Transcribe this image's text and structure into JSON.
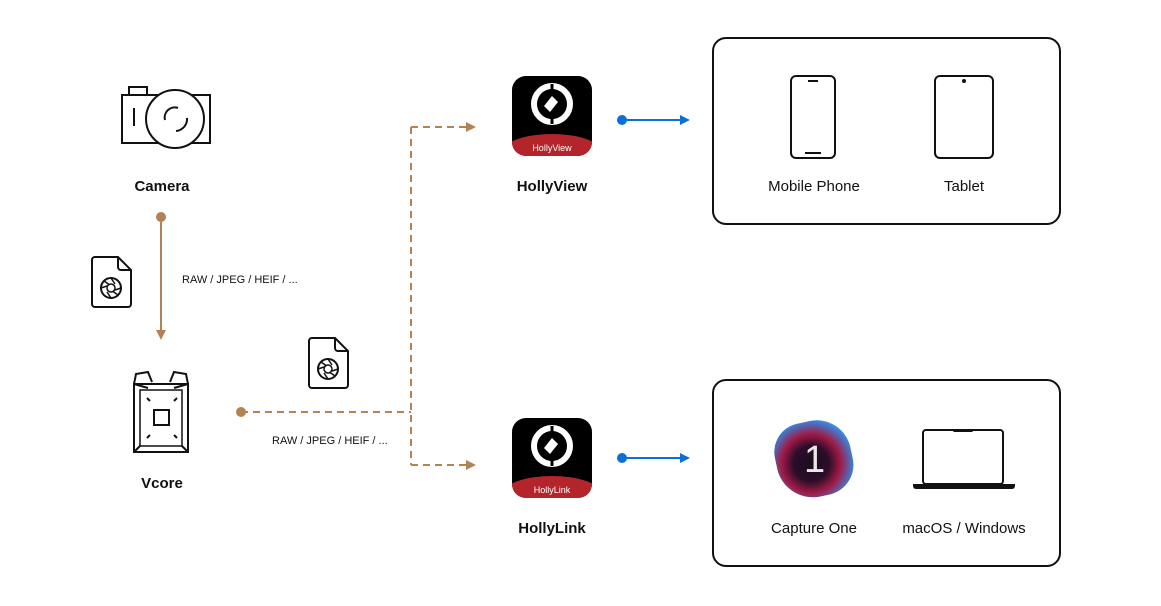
{
  "colors": {
    "flow_brown": "#b38355",
    "flow_blue": "#0a6fd6",
    "app_red": "#b3252a",
    "outline": "#111111"
  },
  "source": {
    "camera": {
      "label": "Camera",
      "icon": "camera-icon"
    },
    "vcore": {
      "label": "Vcore",
      "icon": "vcore-device-icon"
    }
  },
  "flows": {
    "camera_to_vcore": {
      "format_label": "RAW / JPEG / HEIF / ...",
      "icon": "image-file-icon"
    },
    "vcore_to_apps": {
      "format_label": "RAW / JPEG / HEIF / ...",
      "icon": "image-file-icon"
    }
  },
  "apps": {
    "hollyview": {
      "label": "HollyView",
      "badge": "HollyView"
    },
    "hollylink": {
      "label": "HollyLink",
      "badge": "HollyLink"
    }
  },
  "targets": {
    "mobile": {
      "devices": [
        {
          "label": "Mobile Phone",
          "icon": "mobile-phone-icon"
        },
        {
          "label": "Tablet",
          "icon": "tablet-icon"
        }
      ]
    },
    "desktop": {
      "devices": [
        {
          "label": "Capture One",
          "icon": "capture-one-icon"
        },
        {
          "label": "macOS / Windows",
          "icon": "laptop-icon"
        }
      ]
    }
  }
}
